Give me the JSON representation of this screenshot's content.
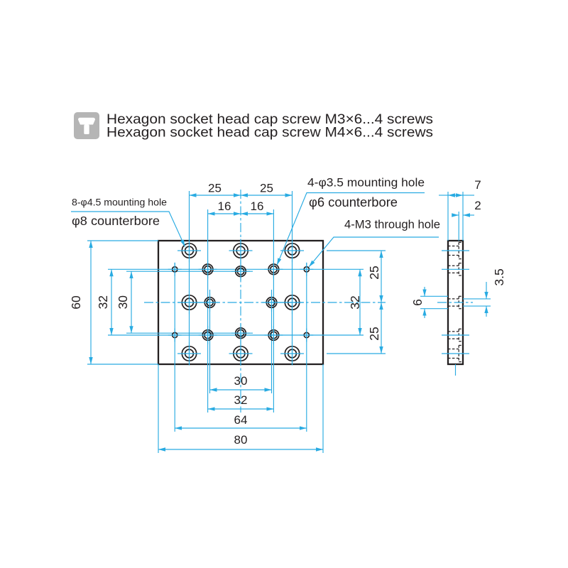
{
  "header": {
    "line1": "Hexagon socket head cap screw M3×6...4 screws",
    "line2": "Hexagon socket head cap screw M4×6...4 screws"
  },
  "callouts": {
    "counterbore8": {
      "line1": "8-φ4.5 mounting hole",
      "line2": "φ8 counterbore"
    },
    "counterbore6": {
      "line1": "4-φ3.5 mounting hole",
      "line2": "φ6 counterbore"
    },
    "m3_through": {
      "label": "4-M3 through hole"
    }
  },
  "dimensions": {
    "top": {
      "left25": "25",
      "right25": "25",
      "left16": "16",
      "right16": "16"
    },
    "left": {
      "height60": "60",
      "spacing32": "32",
      "spacing30": "30"
    },
    "right": {
      "top25": "25",
      "mid32": "32",
      "bottom25": "25"
    },
    "bottom": {
      "d30": "30",
      "d32": "32",
      "d64": "64",
      "d80": "80"
    },
    "side": {
      "thickness7": "7",
      "depth2": "2",
      "dia6": "6",
      "dia3_5": "3.5"
    }
  },
  "colors": {
    "dimension_line": "#29abe2",
    "drawing_line": "#231f20",
    "icon_bg": "#b5b5b5"
  }
}
